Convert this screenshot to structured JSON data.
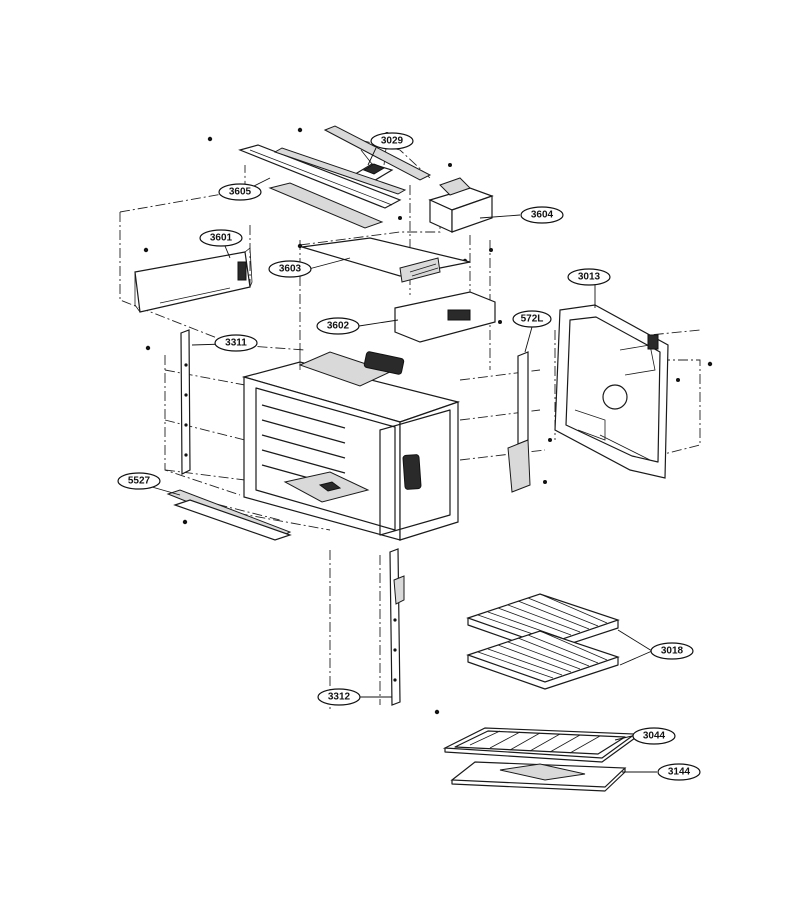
{
  "callouts": {
    "c3029": "3029",
    "c3605": "3605",
    "c3604": "3604",
    "c3601": "3601",
    "c3603": "3603",
    "c3013": "3013",
    "c3602": "3602",
    "c572L": "572L",
    "c3311": "3311",
    "c5527": "5527",
    "c3018": "3018",
    "c3312": "3312",
    "c3044": "3044",
    "c3144": "3144"
  }
}
